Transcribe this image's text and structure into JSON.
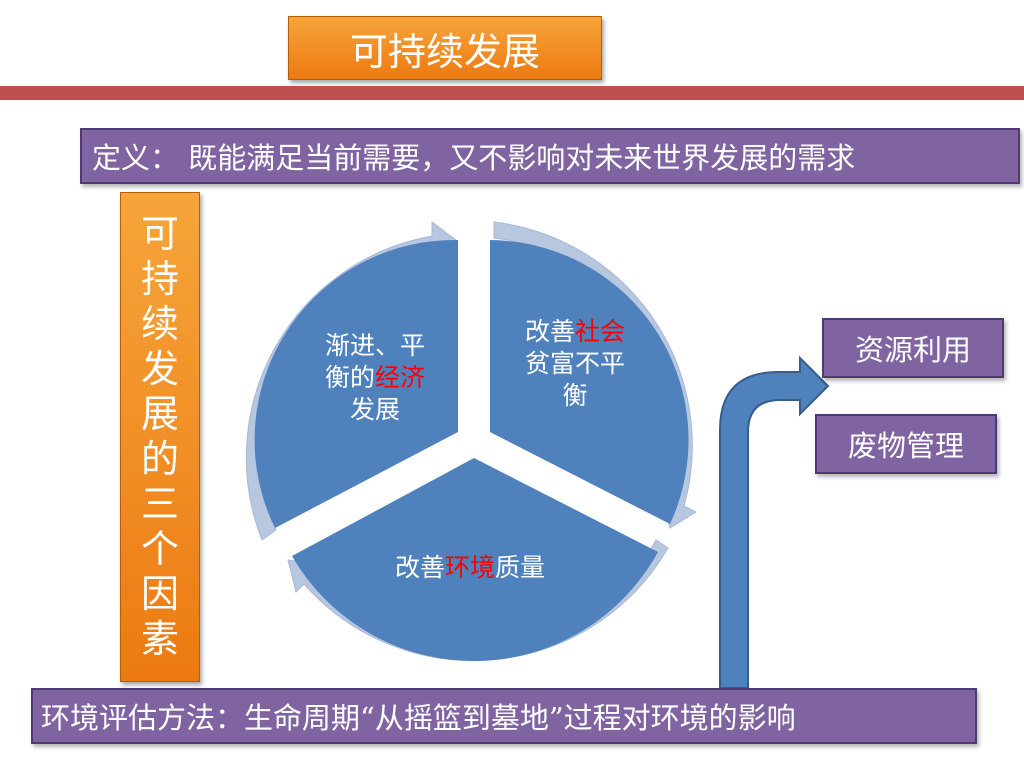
{
  "title": "可持续发展",
  "definition": "定义： 既能满足当前需要，又不影响对未来世界发展的需求",
  "vertical_label": [
    "可",
    "持",
    "续",
    "发",
    "展",
    "的",
    "三",
    "个",
    "因",
    "素"
  ],
  "cycle": {
    "economy": {
      "line1": "渐进、平",
      "line2_pre": "衡的",
      "line2_red": "经济",
      "line3": "发展"
    },
    "social": {
      "line1_pre": "改善",
      "line1_red": "社会",
      "line2": "贫富不平",
      "line3": "衡"
    },
    "environment": {
      "pre": "改善",
      "red": "环境",
      "post": "质量"
    }
  },
  "side_items": {
    "resource": "资源利用",
    "waste": "废物管理"
  },
  "bottom": "环境评估方法：生命周期“从摇篮到墓地”过程对环境的影响",
  "colors": {
    "orange": "#ec7a12",
    "purple": "#8064a2",
    "segment": "#4f81bd",
    "ring": "#b8c7e0",
    "red_bar": "#c0504d",
    "highlight": "#ff0000"
  }
}
